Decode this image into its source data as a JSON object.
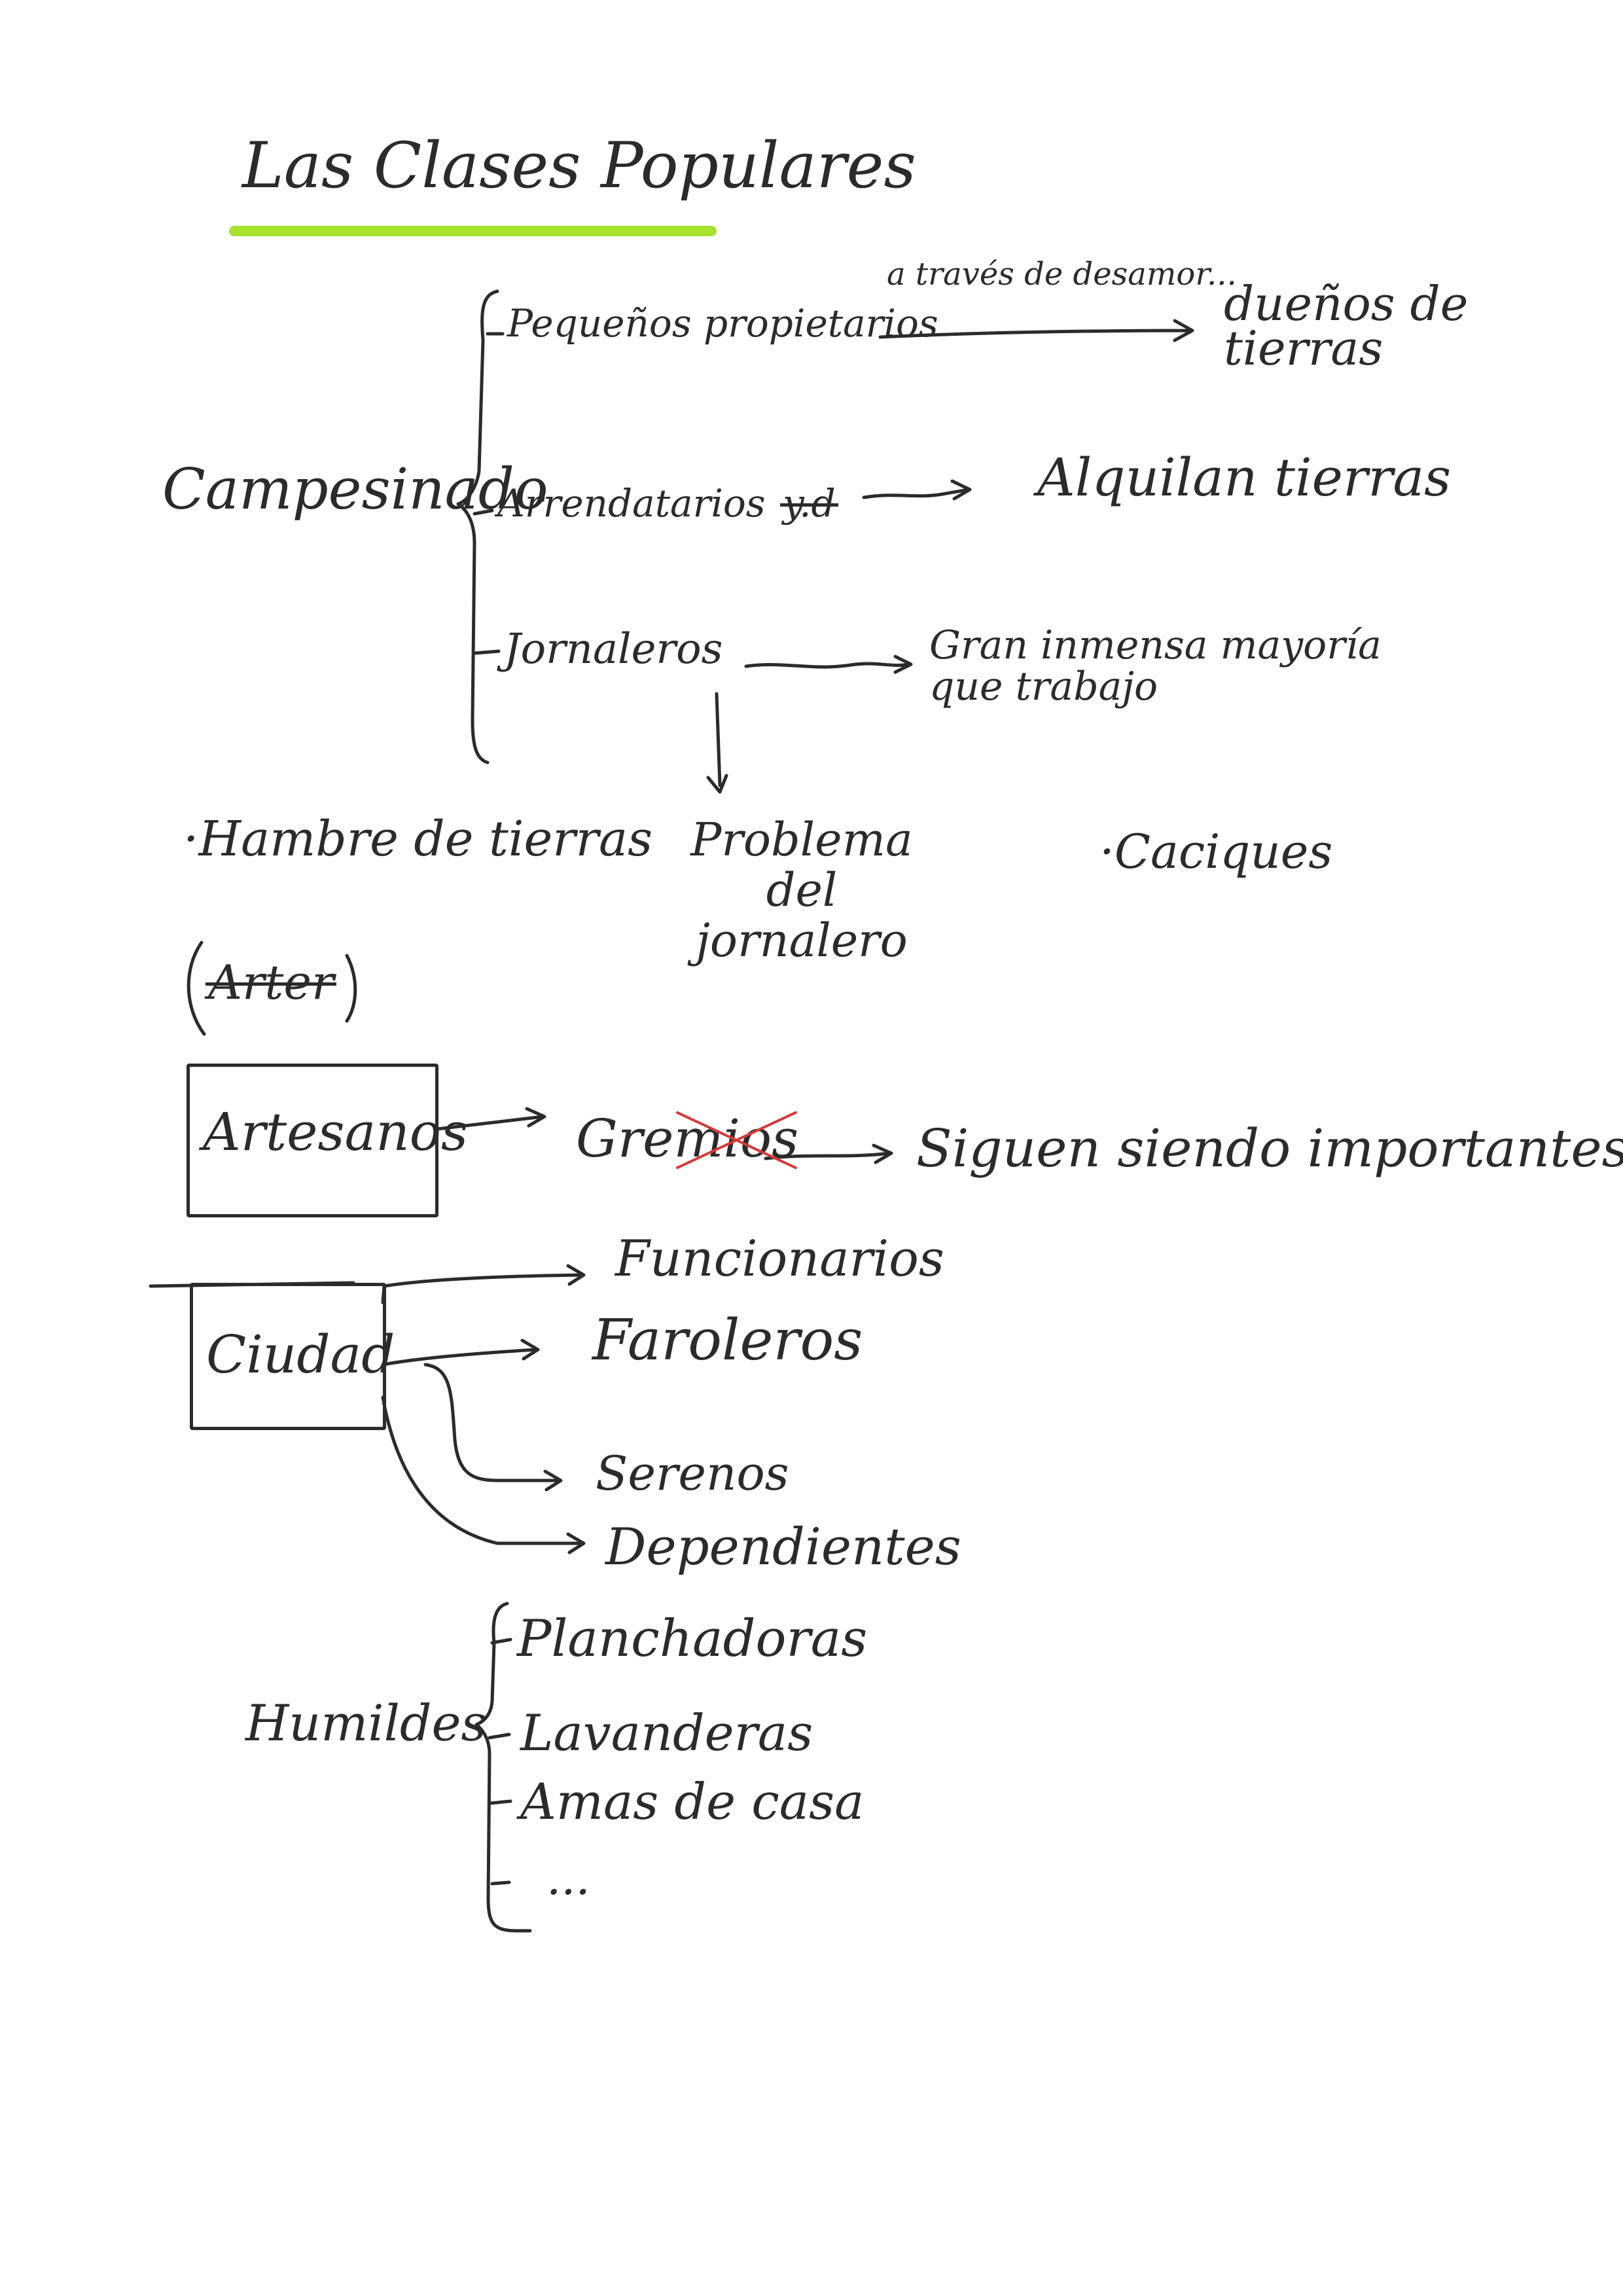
{
  "title": "Las Clases Populares",
  "accent_colors": {
    "highlight": "#a6e22e",
    "ink": "#2b2b2b",
    "correction": "#d63a3a"
  },
  "campesinado": {
    "label": "Campesinado",
    "branches": [
      {
        "label": "Pequeños propietarios",
        "arrow_label": "a través de desamor...",
        "target": "dueños de tierras"
      },
      {
        "label": "Arrendatarios",
        "crossed": "y.d",
        "target": "Alquilan tierras"
      },
      {
        "label": "Jornaleros",
        "target": "Gran inmensa mayoría que trabajo"
      }
    ]
  },
  "issues": {
    "hambre": "Hambre de tierras",
    "problema": "Problema del jornalero",
    "caciques": "Caciques"
  },
  "crossed_word": "Arter",
  "artesanos": {
    "label": "Artesanos",
    "gremios_prefix": "Gre",
    "gremios_crossed": "mios",
    "result": "Siguen siendo importantes"
  },
  "ciudad": {
    "label": "Ciudad",
    "branches": [
      "Funcionarios",
      "Faroleros",
      "Serenos",
      "Dependientes"
    ]
  },
  "humildes": {
    "label": "Humildes",
    "items": [
      "Planchadoras",
      "Lavanderas",
      "Amas de casa",
      "..."
    ]
  }
}
